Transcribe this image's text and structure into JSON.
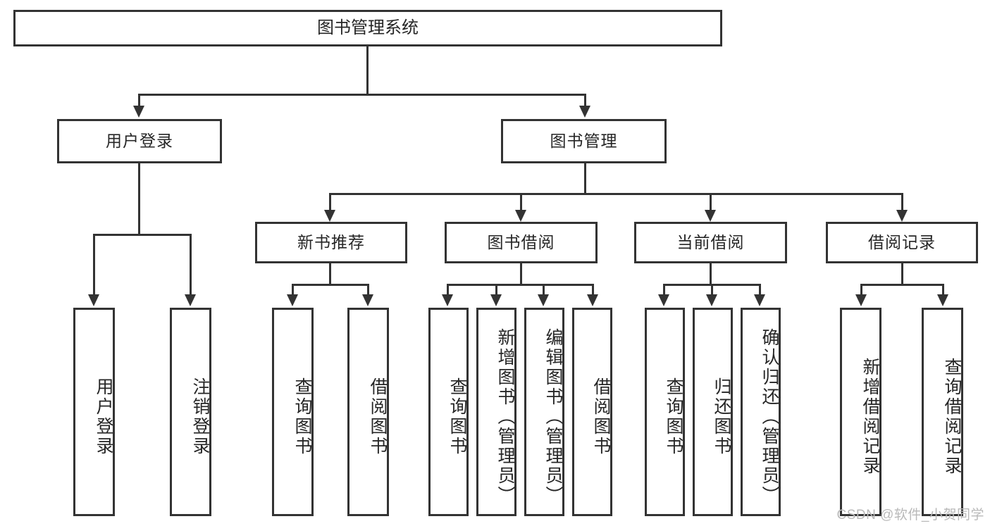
{
  "diagram": {
    "title": "图书管理系统",
    "type": "tree-hierarchy-chart",
    "root": {
      "label": "图书管理系统"
    },
    "level2": [
      {
        "label": "用户登录"
      },
      {
        "label": "图书管理"
      }
    ],
    "level3": [
      {
        "label": "新书推荐"
      },
      {
        "label": "图书借阅"
      },
      {
        "label": "当前借阅"
      },
      {
        "label": "借阅记录"
      }
    ],
    "leaves": {
      "user_login": [
        {
          "label": "用户登录"
        },
        {
          "label": "注销登录"
        }
      ],
      "new_book_recommend": [
        {
          "label": "查询图书"
        },
        {
          "label": "借阅图书"
        }
      ],
      "book_borrow": [
        {
          "label": "查询图书"
        },
        {
          "label": "新增图书（管理员）"
        },
        {
          "label": "编辑图书（管理员）"
        },
        {
          "label": "借阅图书"
        }
      ],
      "current_borrow": [
        {
          "label": "查询图书"
        },
        {
          "label": "归还图书"
        },
        {
          "label": "确认归还（管理员）"
        }
      ],
      "borrow_record": [
        {
          "label": "新增借阅记录"
        },
        {
          "label": "查询借阅记录"
        }
      ]
    }
  },
  "watermark": {
    "text": "CSDN @软件_小贺同学"
  },
  "colors": {
    "stroke": "#333333",
    "fill": "#ffffff",
    "text": "#262626",
    "watermark": "#b9b9b9"
  }
}
